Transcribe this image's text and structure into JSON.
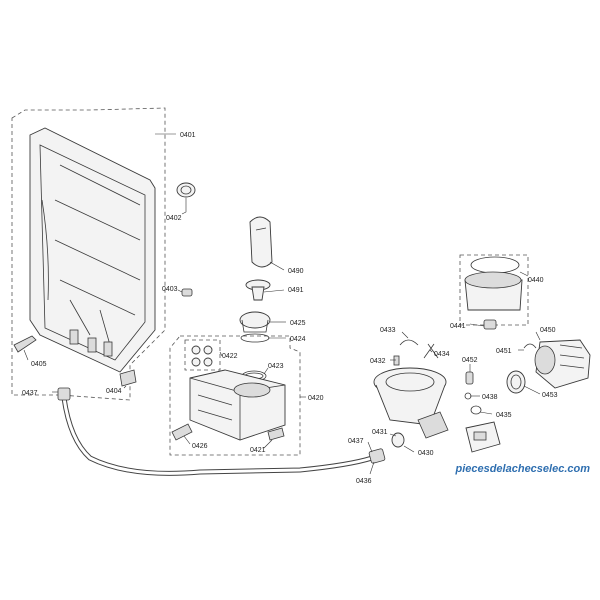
{
  "labels": {
    "p0401": "0401",
    "p0402": "0402",
    "p0403": "0403",
    "p0405": "0405",
    "p0404": "0404",
    "p0437a": "0437",
    "p0490": "0490",
    "p0491": "0491",
    "p0425": "0425",
    "p0424": "0424",
    "p0422": "0422",
    "p0423": "0423",
    "p0420": "0420",
    "p0426": "0426",
    "p0421": "0421",
    "p0440": "0440",
    "p0441": "0441",
    "p0450": "0450",
    "p0451": "0451",
    "p0433": "0433",
    "p0432": "0432",
    "p0434": "0434",
    "p0452": "0452",
    "p0438": "0438",
    "p0435": "0435",
    "p0453": "0453",
    "p0437b": "0437",
    "p0431": "0431",
    "p0430": "0430",
    "p0436": "0436"
  },
  "watermark": "piecesdelachecselec.com",
  "colors": {
    "watermark": "#2f6fb0",
    "lines": "#333333"
  }
}
